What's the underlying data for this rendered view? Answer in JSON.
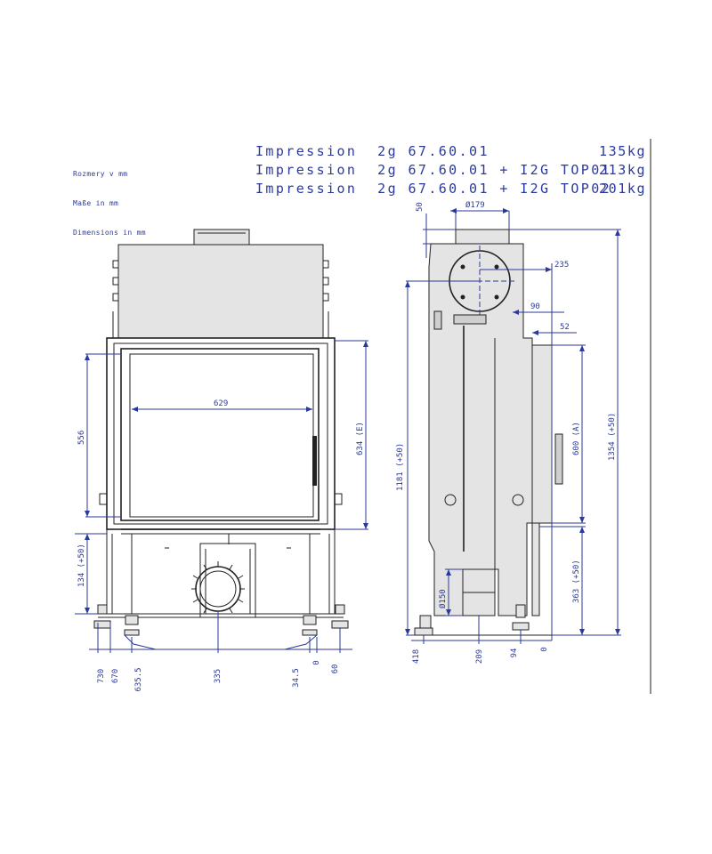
{
  "units_note": [
    "Rozmery v mm",
    "Maße in mm",
    "Dimensions in mm"
  ],
  "models": [
    {
      "name": "Impression  2g 67.60.01",
      "weight": "135kg"
    },
    {
      "name": "Impression  2g 67.60.01 + I2G TOP01",
      "weight": "213kg"
    },
    {
      "name": "Impression  2g 67.60.01 + I2G TOP02",
      "weight": "201kg"
    }
  ],
  "front_view": {
    "dims": {
      "glass_width": "629",
      "glass_height": "556",
      "opening_height": "634 (E)",
      "base_height": "134 (+50)",
      "bottom": [
        "730",
        "670",
        "635.5",
        "335",
        "34.5",
        "0",
        "60"
      ]
    }
  },
  "side_view": {
    "dims": {
      "top_offset": "50",
      "flue_diameter": "Ø179",
      "flue_offset": "235",
      "offset_90": "90",
      "offset_52": "52",
      "flue_axis_height": "1181 (+50)",
      "door_height": "600 (A)",
      "total_height": "1354 (+50)",
      "air_inlet_height": "363 (+50)",
      "air_inlet_diameter": "Ø150",
      "bottom": [
        "418",
        "209",
        "94",
        "0"
      ]
    }
  },
  "colors": {
    "dimension": "#2b3a9a",
    "outline": "#222222",
    "body_fill": "#e4e4e4"
  }
}
